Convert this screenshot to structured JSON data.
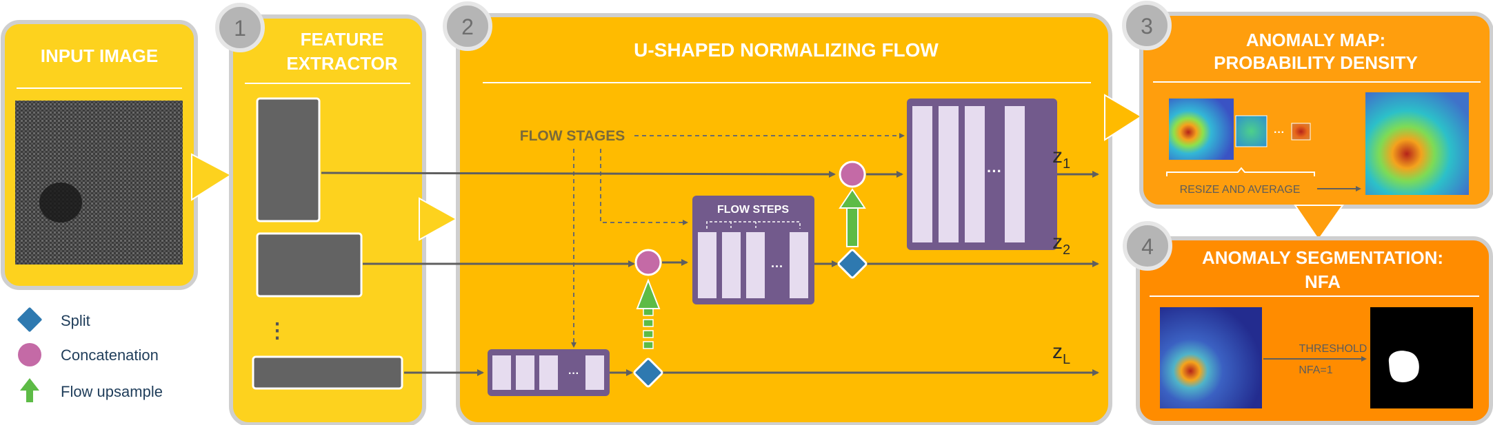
{
  "panels": {
    "input": {
      "title": "INPUT IMAGE"
    },
    "extractor": {
      "num": "1",
      "title_line1": "FEATURE",
      "title_line2": "EXTRACTOR",
      "dots": "⋮"
    },
    "flow": {
      "num": "2",
      "title": "U-SHAPED NORMALIZING FLOW",
      "flow_stages": "FLOW STAGES",
      "flow_steps": "FLOW STEPS",
      "ellipsis": "···"
    },
    "anomaly_map": {
      "num": "3",
      "title_line1": "ANOMALY MAP:",
      "title_line2": "PROBABILITY DENSITY",
      "resize_label": "RESIZE AND AVERAGE",
      "ellipsis": "···"
    },
    "segmentation": {
      "num": "4",
      "title_line1": "ANOMALY SEGMENTATION:",
      "title_line2": "NFA",
      "threshold": "THRESHOLD",
      "nfa": "NFA=1"
    }
  },
  "outputs": [
    {
      "base": "z",
      "sub": "1"
    },
    {
      "base": "z",
      "sub": "2"
    },
    {
      "base": "z",
      "sub": "L"
    }
  ],
  "legend": [
    {
      "label": "Split",
      "icon": "diamond-icon"
    },
    {
      "label": "Concatenation",
      "icon": "circle-icon"
    },
    {
      "label": "Flow upsample",
      "icon": "arrow-up-icon"
    }
  ],
  "colors": {
    "yellow_light": "#fdd21e",
    "yellow_main": "#ffbb00",
    "orange": "#ff9e0d",
    "purple": "#725a8c",
    "purple_bar": "#e6dcef",
    "gray_box": "#636363",
    "concat": "#c46aa6",
    "split": "#2e79b0",
    "upsample": "#5dbb46",
    "arrow": "#5f5f5f"
  }
}
